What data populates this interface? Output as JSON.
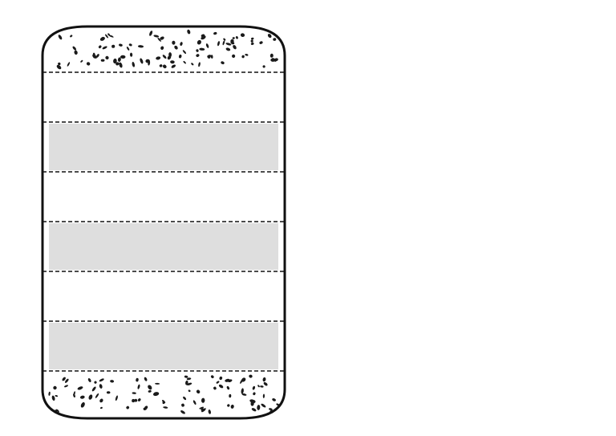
{
  "diagram": {
    "description_free": true,
    "layers": [
      {
        "kind": "speckled"
      },
      {
        "kind": "plain"
      },
      {
        "kind": "shaded"
      },
      {
        "kind": "plain"
      },
      {
        "kind": "shaded"
      },
      {
        "kind": "plain"
      },
      {
        "kind": "shaded"
      },
      {
        "kind": "speckled"
      }
    ]
  },
  "colors": {
    "outline": "#111111",
    "shaded_band": "#dedede",
    "background": "#ffffff",
    "dots": "#1a1a1a"
  }
}
